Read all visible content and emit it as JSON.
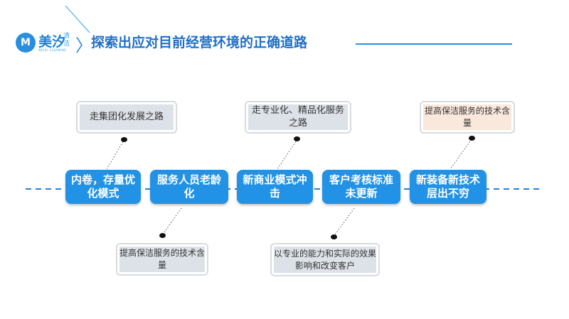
{
  "header": {
    "logo_mark": "M",
    "logo_name": "美汐",
    "logo_name_small": "清洁",
    "logo_sub": "MEIXI CLEANING",
    "chevron": "〉",
    "title": "探索出应对目前经营环境的正确道路"
  },
  "colors": {
    "accent": "#2192e6",
    "title": "#1f6fc5",
    "callout_fill": "#dde2e8",
    "callout_highlight": "#fbe8dc"
  },
  "timeline": {
    "nodes": [
      "内卷，存量优化模式",
      "服务人员老龄化",
      "新商业模式冲击",
      "客户考核标准未更新",
      "新装备新技术层出不穷"
    ]
  },
  "callouts": {
    "top": [
      "走集团化发展之路",
      "走专业化、精品化服务之路",
      "提高保洁服务的技术含量"
    ],
    "bottom": [
      "提高保洁服务的技术含量",
      "以专业的能力和实际的效果影响和改变客户"
    ]
  }
}
